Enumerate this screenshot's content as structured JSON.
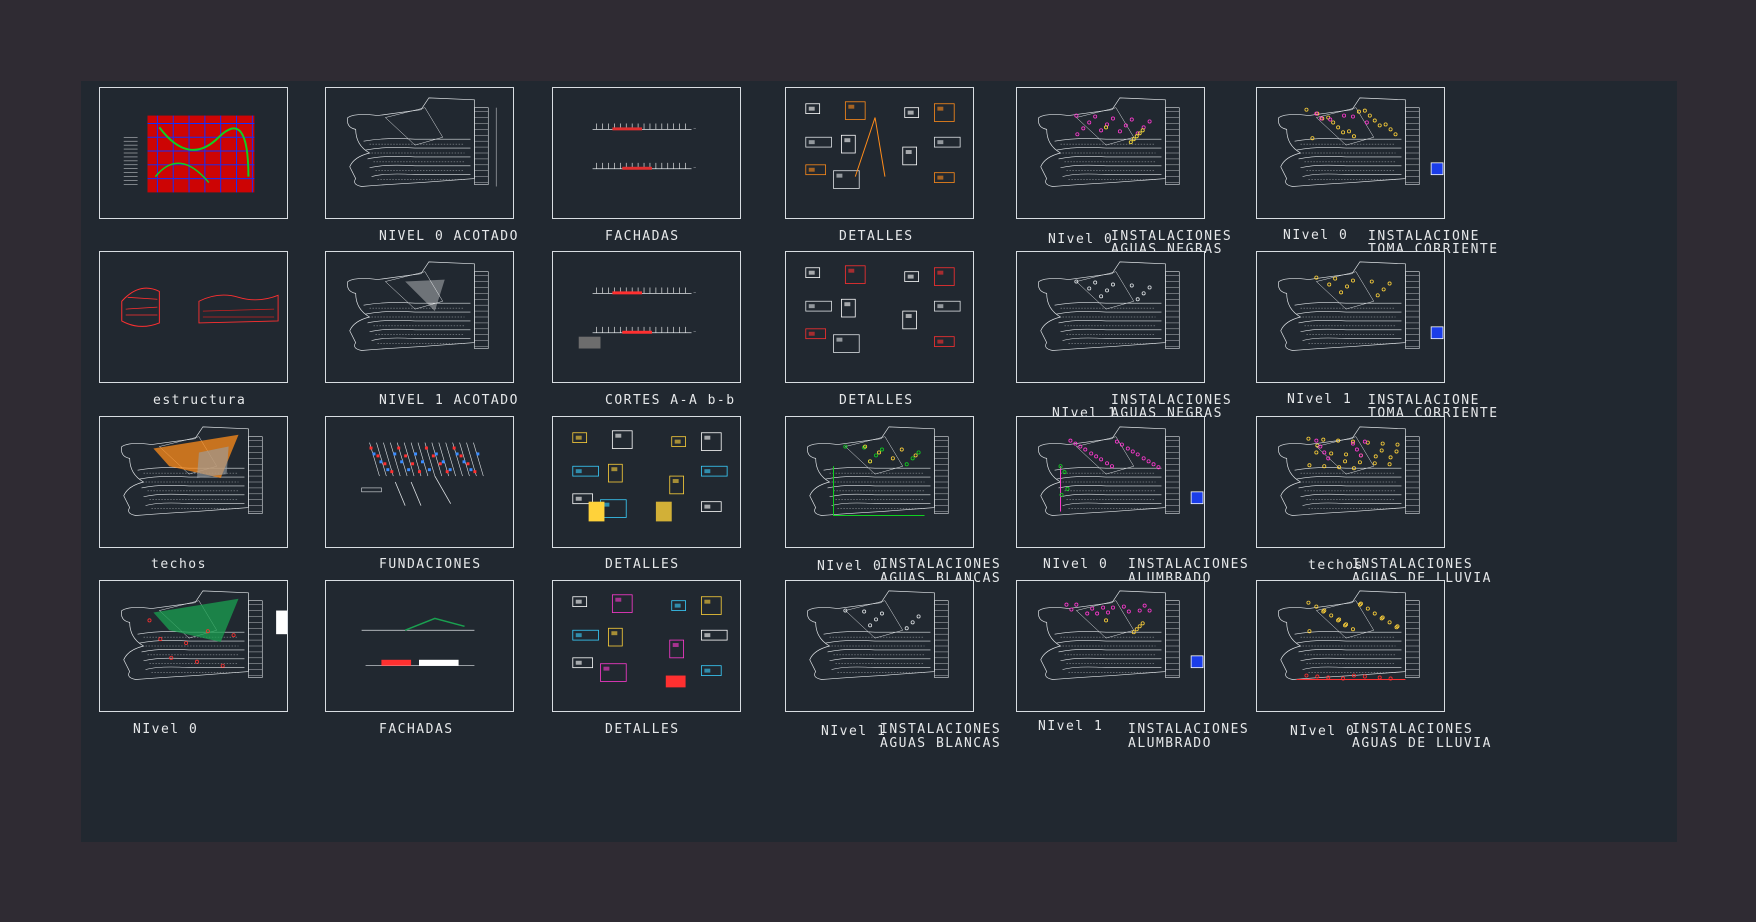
{
  "colors": {
    "background": "#2f2b33",
    "model_space": "#212830",
    "frame": "#d8dde2",
    "label": "#e6e8ea"
  },
  "sheets": [
    {
      "id": "r1c1",
      "labels": []
    },
    {
      "id": "r1c2",
      "labels": [
        "NIVEL 0 ACOTADO"
      ]
    },
    {
      "id": "r1c3",
      "labels": [
        "FACHADAS"
      ]
    },
    {
      "id": "r1c4",
      "labels": [
        "DETALLES"
      ]
    },
    {
      "id": "r1c5",
      "labels": [
        "NIvel 0",
        "INSTALACIONES",
        "AGUAS NEGRAS"
      ]
    },
    {
      "id": "r1c6",
      "labels": [
        "NIvel 0",
        "INSTALACIONE",
        "TOMA CORRIENTE"
      ]
    },
    {
      "id": "r2c1",
      "labels": [
        "estructura"
      ]
    },
    {
      "id": "r2c2",
      "labels": [
        "NIVEL 1 ACOTADO"
      ]
    },
    {
      "id": "r2c3",
      "labels": [
        "CORTES A-A b-b"
      ]
    },
    {
      "id": "r2c4",
      "labels": [
        "DETALLES"
      ]
    },
    {
      "id": "r2c5",
      "labels": [
        "NIvel 1",
        "INSTALACIONES",
        "AGUAS NEGRAS"
      ]
    },
    {
      "id": "r2c6",
      "labels": [
        "NIvel 1",
        "INSTALACIONE",
        "TOMA CORRIENTE"
      ]
    },
    {
      "id": "r3c1",
      "labels": [
        "techos"
      ]
    },
    {
      "id": "r3c2",
      "labels": [
        "FUNDACIONES"
      ]
    },
    {
      "id": "r3c3",
      "labels": [
        "DETALLES"
      ]
    },
    {
      "id": "r3c4",
      "labels": [
        "NIvel 0",
        "INSTALACIONES",
        "AGUAS BLANCAS"
      ]
    },
    {
      "id": "r3c5",
      "labels": [
        "NIvel 0",
        "INSTALACIONES",
        "ALUMBRADO"
      ]
    },
    {
      "id": "r3c6",
      "labels": [
        "techos",
        "INSTALACIONES",
        "AGUAS DE LLUVIA"
      ]
    },
    {
      "id": "r4c1",
      "labels": [
        "NIvel 0"
      ]
    },
    {
      "id": "r4c2",
      "labels": [
        "FACHADAS"
      ]
    },
    {
      "id": "r4c3",
      "labels": [
        "DETALLES"
      ]
    },
    {
      "id": "r4c4",
      "labels": [
        "NIvel 1",
        "INSTALACIONES",
        "AGUAS BLANCAS"
      ]
    },
    {
      "id": "r4c5",
      "labels": [
        "NIvel 1",
        "INSTALACIONES",
        "ALUMBRADO"
      ]
    },
    {
      "id": "r4c6",
      "labels": [
        "NIvel 0",
        "INSTALACIONES",
        "AGUAS DE LLUVIA"
      ]
    }
  ]
}
